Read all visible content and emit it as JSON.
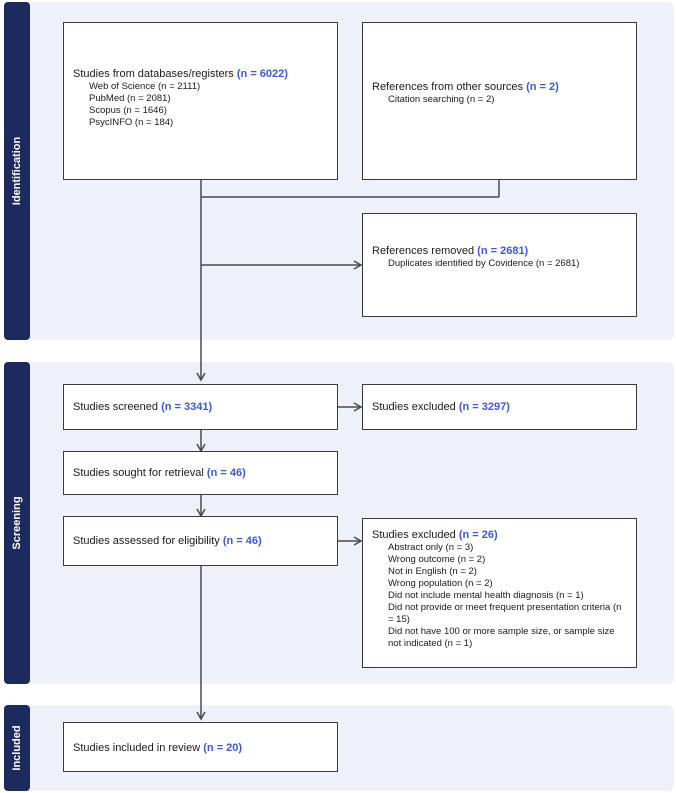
{
  "stages": {
    "identification": "Identification",
    "screening": "Screening",
    "included": "Included"
  },
  "db": {
    "label": "Studies from databases/registers",
    "count": "(n = 6022)",
    "items": [
      "Web of Science (n = 2111)",
      "PubMed (n = 2081)",
      "Scopus (n = 1646)",
      "PsycINFO (n = 184)"
    ]
  },
  "other": {
    "label": "References from other sources",
    "count": "(n = 2)",
    "items": [
      "Citation searching (n = 2)"
    ]
  },
  "removed": {
    "label": "References removed",
    "count": "(n = 2681)",
    "items": [
      "Duplicates identified by Covidence (n = 2681)"
    ]
  },
  "screened": {
    "label": "Studies screened",
    "count": "(n = 3341)"
  },
  "excluded1": {
    "label": "Studies excluded",
    "count": "(n = 3297)"
  },
  "sought": {
    "label": "Studies sought for retrieval",
    "count": "(n = 46)"
  },
  "assessed": {
    "label": "Studies assessed for eligibility",
    "count": "(n = 46)"
  },
  "excluded2": {
    "label": "Studies excluded",
    "count": "(n = 26)",
    "items": [
      "Abstract only (n = 3)",
      "Wrong outcome (n = 2)",
      "Not in English (n = 2)",
      "Wrong population (n = 2)",
      "Did not include mental health diagnosis (n = 1)",
      "Did not provide or meet frequent presentation criteria (n = 15)",
      "Did not have 100 or more sample size, or sample size not indicated (n = 1)"
    ]
  },
  "included": {
    "label": "Studies included in review",
    "count": "(n = 20)"
  },
  "colors": {
    "accent": "#3b5bd6",
    "stage_bar": "#1c2a5e",
    "panel_bg": "#eef1f9"
  }
}
